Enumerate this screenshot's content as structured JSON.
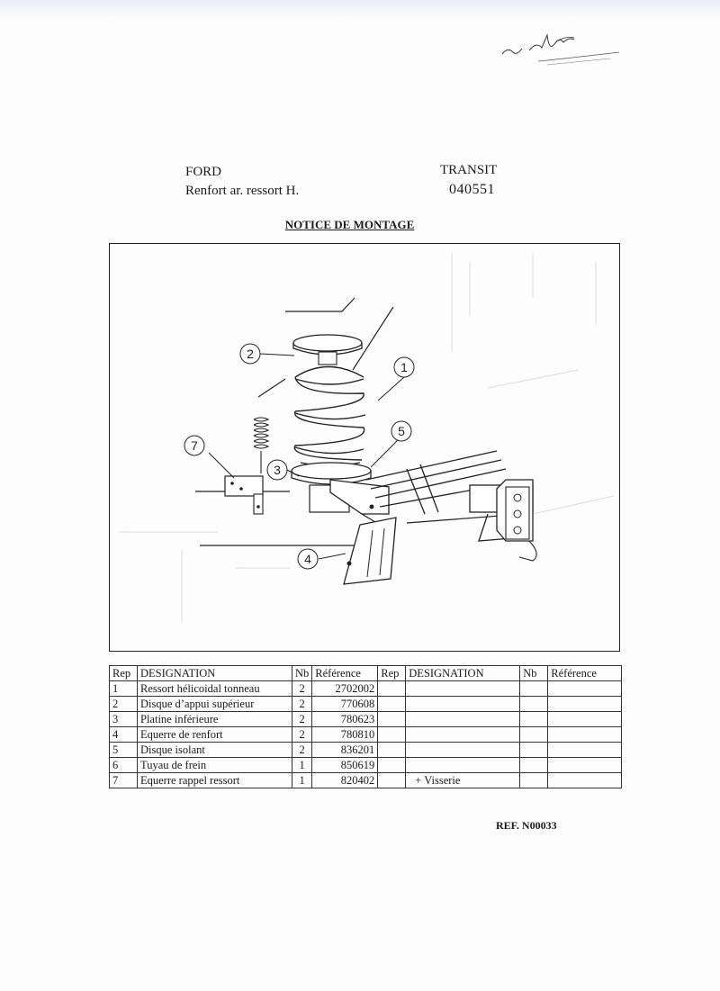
{
  "header": {
    "maker": "FORD",
    "subtitle": "Renfort ar. ressort H.",
    "model": "TRANSIT",
    "model_code": "040551"
  },
  "notice_title": "NOTICE DE MONTAGE",
  "figure": {
    "callouts": [
      "1",
      "2",
      "3",
      "4",
      "5",
      "7"
    ]
  },
  "table": {
    "headers": [
      "Rep",
      "DESIGNATION",
      "Nb",
      "Référence",
      "Rep",
      "DESIGNATION",
      "Nb",
      "Référence"
    ],
    "rows": [
      {
        "rep": "1",
        "designation": "Ressort hélicoidal tonneau",
        "nb": "2",
        "ref": "2702002",
        "rep2": "",
        "designation2": "",
        "nb2": "",
        "ref2": ""
      },
      {
        "rep": "2",
        "designation": "Disque d’appui supérieur",
        "nb": "2",
        "ref": "770608",
        "rep2": "",
        "designation2": "",
        "nb2": "",
        "ref2": ""
      },
      {
        "rep": "3",
        "designation": "Platine inférieure",
        "nb": "2",
        "ref": "780623",
        "rep2": "",
        "designation2": "",
        "nb2": "",
        "ref2": ""
      },
      {
        "rep": "4",
        "designation": "Equerre de renfort",
        "nb": "2",
        "ref": "780810",
        "rep2": "",
        "designation2": "",
        "nb2": "",
        "ref2": ""
      },
      {
        "rep": "5",
        "designation": "Disque isolant",
        "nb": "2",
        "ref": "836201",
        "rep2": "",
        "designation2": "",
        "nb2": "",
        "ref2": ""
      },
      {
        "rep": "6",
        "designation": "Tuyau de frein",
        "nb": "1",
        "ref": "850619",
        "rep2": "",
        "designation2": "",
        "nb2": "",
        "ref2": ""
      },
      {
        "rep": "7",
        "designation": "Equerre rappel ressort",
        "nb": "1",
        "ref": "820402",
        "rep2": "",
        "designation2": "+ Visserie",
        "nb2": "",
        "ref2": ""
      }
    ]
  },
  "footer": {
    "ref_code": "REF. N00033"
  }
}
